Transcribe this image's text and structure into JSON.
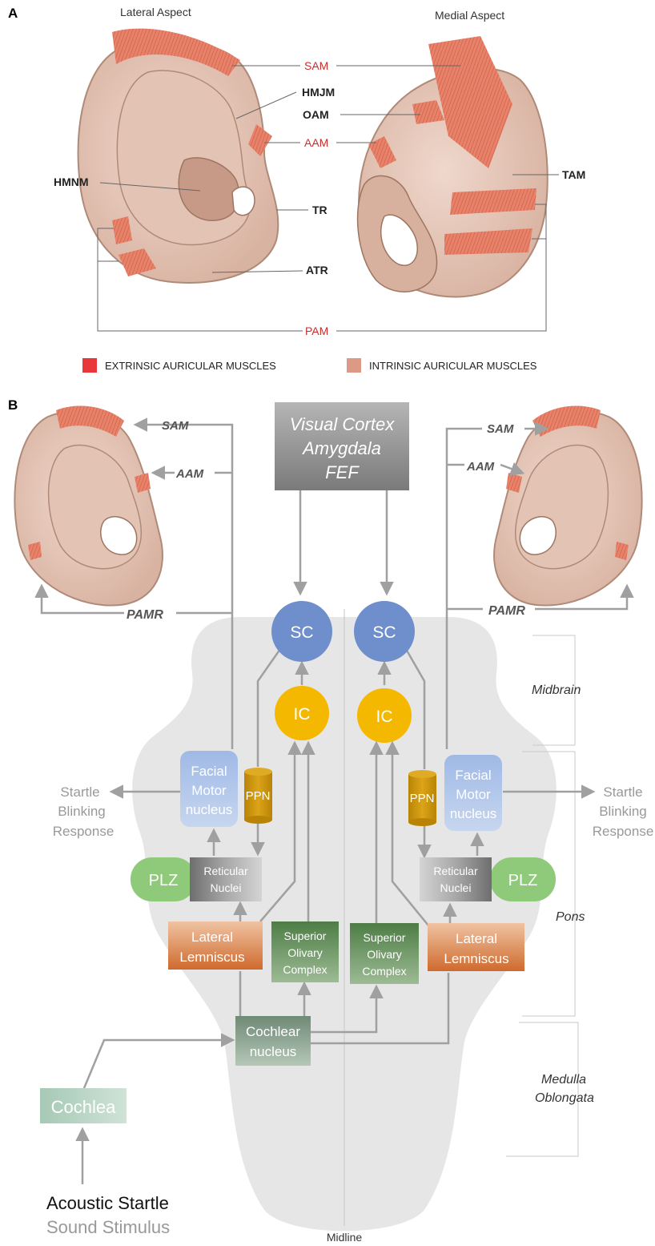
{
  "panel_a": {
    "letter": "A",
    "lateral_title": "Lateral Aspect",
    "medial_title": "Medial Aspect",
    "labels": {
      "sam": "SAM",
      "hmjm": "HMJM",
      "oam": "OAM",
      "aam": "AAM",
      "hmnm": "HMNM",
      "tam": "TAM",
      "tr": "TR",
      "atr": "ATR",
      "pam": "PAM"
    },
    "legend": {
      "extrinsic": "EXTRINSIC AURICULAR MUSCLES",
      "intrinsic": "INTRINSIC AURICULAR MUSCLES",
      "extrinsic_color": "#e8363a",
      "intrinsic_color": "#dc9a86"
    },
    "highlight_color": "#cc2b2b"
  },
  "panel_b": {
    "letter": "B",
    "left_labels": {
      "sam": "SAM",
      "aam": "AAM",
      "pamr": "PAMR"
    },
    "right_labels": {
      "sam": "SAM",
      "aam": "AAM",
      "pamr": "PAMR"
    },
    "cortex": {
      "line1": "Visual Cortex",
      "line2": "Amygdala",
      "line3": "FEF"
    },
    "sc_left": "SC",
    "sc_right": "SC",
    "ic_left": "IC",
    "ic_right": "IC",
    "facial_left": {
      "line1": "Facial",
      "line2": "Motor",
      "line3": "nucleus"
    },
    "facial_right": {
      "line1": "Facial",
      "line2": "Motor",
      "line3": "nucleus"
    },
    "ppn_left": "PPN",
    "ppn_right": "PPN",
    "plz_left": "PLZ",
    "plz_right": "PLZ",
    "reticular_left": {
      "line1": "Reticular",
      "line2": "Nuclei"
    },
    "reticular_right": {
      "line1": "Reticular",
      "line2": "Nuclei"
    },
    "lemniscus_left": {
      "line1": "Lateral",
      "line2": "Lemniscus"
    },
    "lemniscus_right": {
      "line1": "Lateral",
      "line2": "Lemniscus"
    },
    "soc_left": {
      "line1": "Superior",
      "line2": "Olivary",
      "line3": "Complex"
    },
    "soc_right": {
      "line1": "Superior",
      "line2": "Olivary",
      "line3": "Complex"
    },
    "cochlear_nucleus": {
      "line1": "Cochlear",
      "line2": "nucleus"
    },
    "cochlea": "Cochlea",
    "startle_left": {
      "line1": "Startle",
      "line2": "Blinking",
      "line3": "Response"
    },
    "startle_right": {
      "line1": "Startle",
      "line2": "Blinking",
      "line3": "Response"
    },
    "regions": {
      "midbrain": "Midbrain",
      "pons": "Pons",
      "medulla1": "Medulla",
      "medulla2": "Oblongata"
    },
    "stimulus": {
      "line1": "Acoustic Startle",
      "line2": "Sound Stimulus"
    },
    "midline": "Midline",
    "colors": {
      "sc": "#6f8fcc",
      "ic": "#f5b800",
      "facial": "#a6bfe6",
      "ppn": "#c8920a",
      "plz": "#8fc97a",
      "reticular": "#8a8a8a",
      "lemniscus": "#d9773f",
      "soc": "#5f8f55",
      "cochlear": "#7f9a85",
      "cochlea": "#a8cbb8",
      "cortex": "#8a8a8a",
      "brainstem": "#e6e6e6",
      "arrow": "#a0a0a0"
    }
  }
}
